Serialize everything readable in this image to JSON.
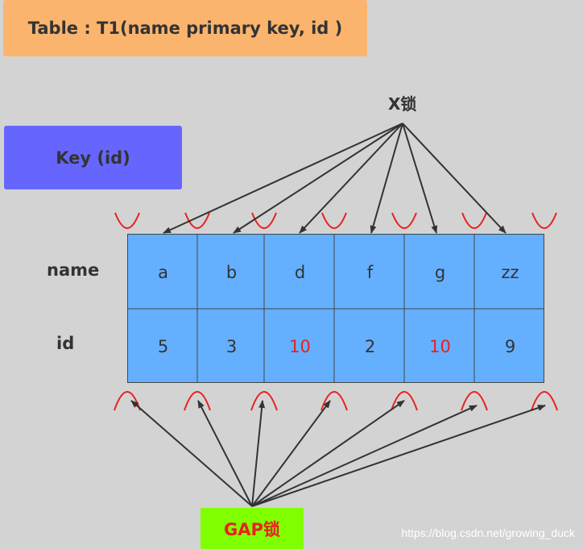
{
  "title": "Table : T1(name  primary  key, id )",
  "key_box": "Key  (id)",
  "x_lock_label": "X锁",
  "gap_lock_label": "GAP锁",
  "row_labels": {
    "name": "name",
    "id": "id"
  },
  "columns": [
    {
      "name": "a",
      "id": "5",
      "highlight": false
    },
    {
      "name": "b",
      "id": "3",
      "highlight": false
    },
    {
      "name": "d",
      "id": "10",
      "highlight": true
    },
    {
      "name": "f",
      "id": "2",
      "highlight": false
    },
    {
      "name": "g",
      "id": "10",
      "highlight": true
    },
    {
      "name": "zz",
      "id": "9",
      "highlight": false
    }
  ],
  "colors": {
    "background": "#d3d3d3",
    "title_box": "#fbb46e",
    "key_box": "#6666ff",
    "gap_box": "#80ff00",
    "grid": "#64b0ff",
    "highlight_text": "#e8211e",
    "gap_marker": "#e8211e",
    "arrow": "#333333"
  },
  "watermark": "https://blog.csdn.net/growing_duck"
}
